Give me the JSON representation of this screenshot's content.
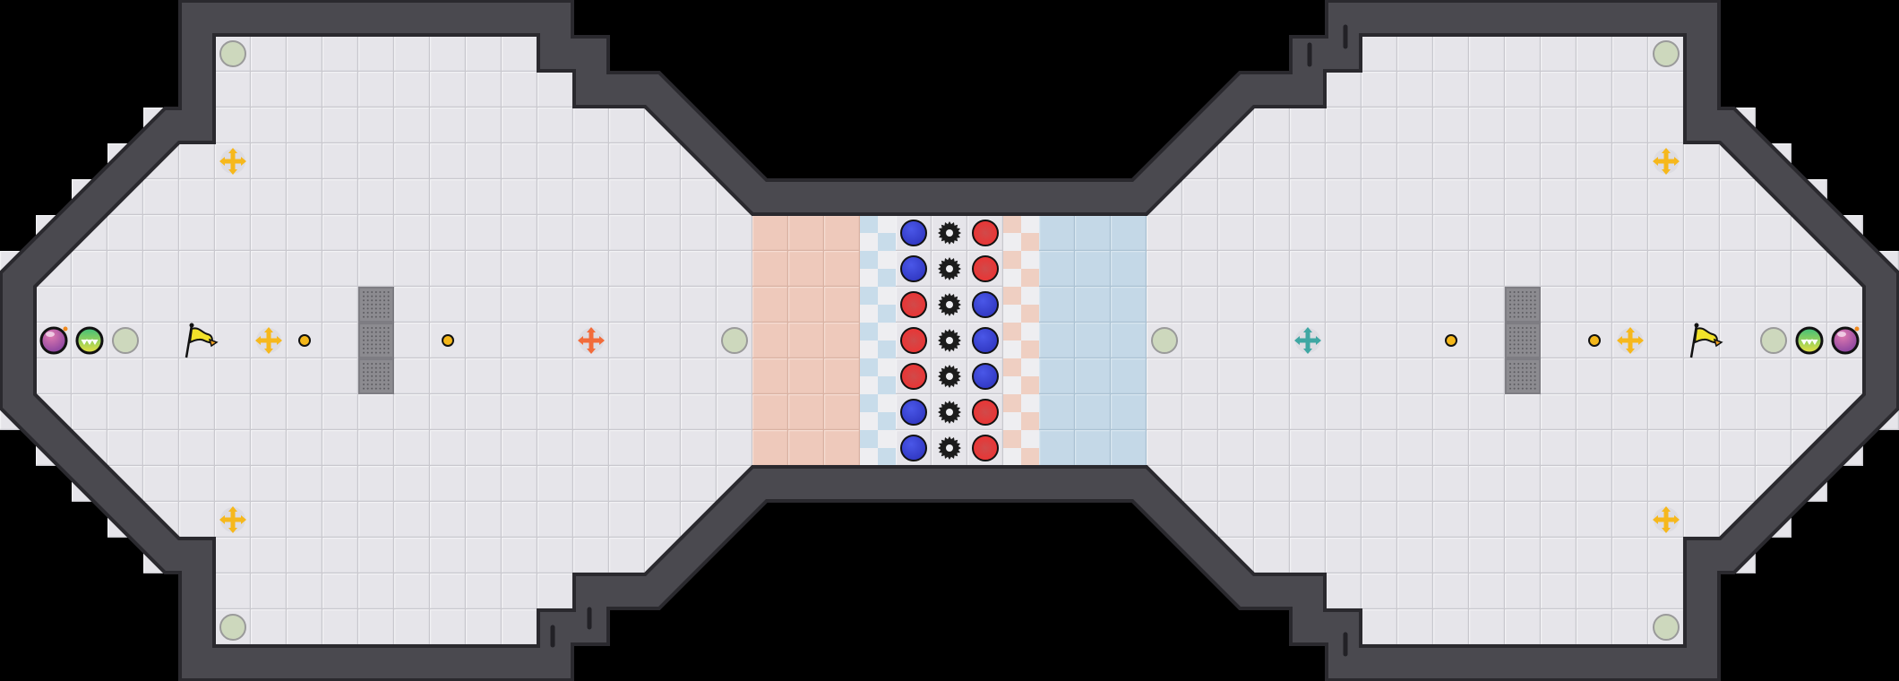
{
  "map": {
    "colors": {
      "background": "#000000",
      "floor": "#e3e2e7",
      "floor_line": "#cfced4",
      "wall": "#4a494f",
      "wall_edge": "#2a292e",
      "red_zone": "#eec9bb",
      "blue_zone": "#c4d8e7",
      "red_ball": "#e03a3a",
      "blue_ball": "#3a45d8",
      "gear": "#1c1c1c",
      "spawn": "#cdd8bd",
      "yellow_cross": "#f6b81c",
      "orange_cross": "#f26b3a",
      "teal_cross": "#3fa7a3",
      "vent": "#8a898e",
      "dot": "#f4b71a"
    },
    "center_lane": {
      "left_balls": [
        "blue",
        "blue",
        "red",
        "red",
        "red",
        "blue",
        "blue"
      ],
      "right_balls": [
        "red",
        "red",
        "blue",
        "blue",
        "blue",
        "red",
        "red"
      ],
      "gear_count": 7
    },
    "left_team": {
      "powerups": [
        {
          "kind": "bomb-icon",
          "color": "#a0508c"
        },
        {
          "kind": "gem-ball-icon",
          "color": "#58c46a"
        },
        {
          "kind": "spawn-pad",
          "color": "#cdd8bd"
        }
      ],
      "flag_color": "#f2e22a",
      "speed_cross_color": "#f6b81c",
      "mid_cross_color": "#f26b3a"
    },
    "right_team": {
      "powerups": [
        {
          "kind": "spawn-pad",
          "color": "#cdd8bd"
        },
        {
          "kind": "gem-ball-icon",
          "color": "#58c46a"
        },
        {
          "kind": "bomb-icon",
          "color": "#a0508c"
        }
      ],
      "flag_color": "#f2e22a",
      "speed_cross_color": "#f6b81c",
      "mid_cross_color": "#3fa7a3"
    }
  }
}
